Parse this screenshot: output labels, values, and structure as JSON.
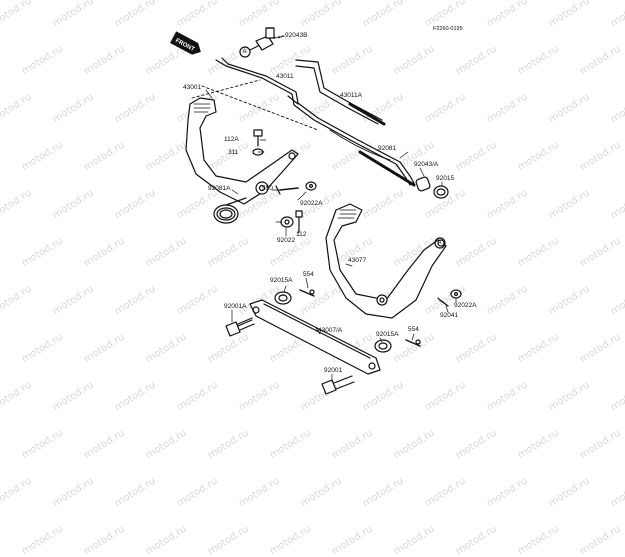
{
  "diagram": {
    "code": "F2260-0195",
    "front_label": "FRONT",
    "marker": "A",
    "watermark": "motod.ru",
    "parts": [
      "92043B",
      "43011",
      "43001",
      "43011A",
      "112A",
      "311",
      "92081",
      "92081A",
      "550",
      "92043/A",
      "92015",
      "92022A",
      "112",
      "92022",
      "43077",
      "554",
      "92015A",
      "92001A",
      "43007/A",
      "92041",
      "92022A",
      "92015A",
      "554",
      "92001"
    ]
  },
  "colors": {
    "ink": "#111111",
    "watermark": "#d9d9d9",
    "background": "#ffffff"
  }
}
